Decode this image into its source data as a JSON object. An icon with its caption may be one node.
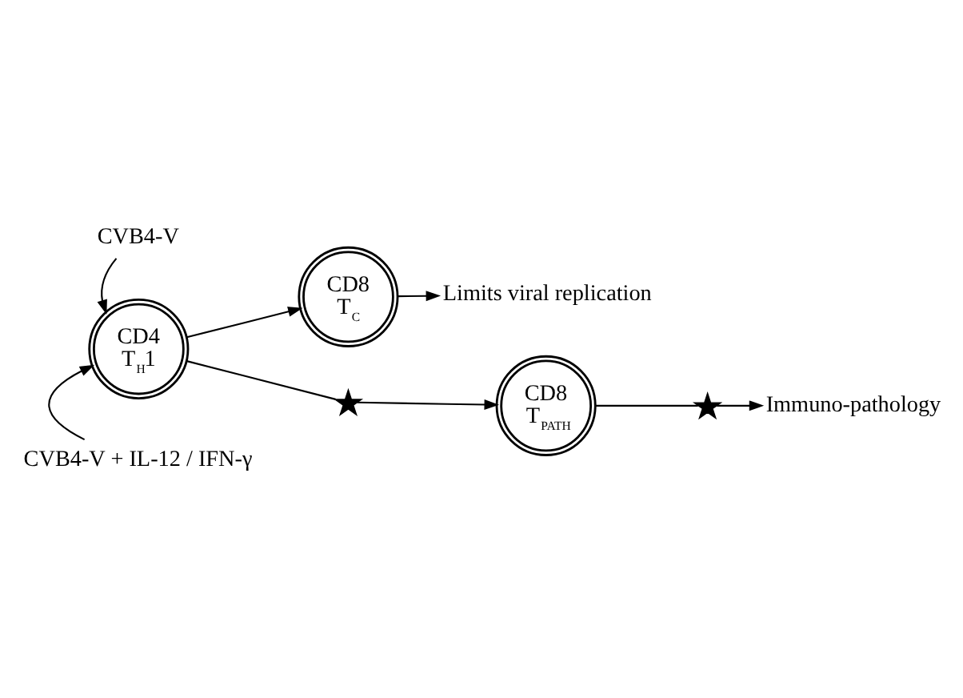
{
  "diagram": {
    "nodes": [
      {
        "text": [
          "CVB4-V"
        ]
      },
      {
        "text": [
          "CD4",
          "T$_{H}$1"
        ]
      },
      {
        "text": [
          "CD8",
          "T$_{C}$"
        ]
      },
      {
        "text": [
          "CD8",
          "T$_{PATH}$"
        ]
      },
      {
        "text": [
          "Limits viral replication"
        ]
      },
      {
        "text": [
          "Immuno-pathology"
        ]
      },
      {
        "text": [
          "CVB4-V + IL-12 / IFN-γ"
        ]
      },
      {
        "text": [],
        "shape": "cross"
      },
      {
        "text": [],
        "shape": "cross"
      }
    ],
    "edges": [
      {
        "from": 0,
        "to": 1,
        "arrow": "to"
      },
      {
        "from": 6,
        "to": 1,
        "arrow": "to"
      },
      {
        "from": 1,
        "to": 2,
        "arrow": "to"
      },
      {
        "from": 1,
        "to": 7,
        "arrow": "none"
      },
      {
        "from": 7,
        "to": 3,
        "arrow": "to"
      },
      {
        "from": 2,
        "to": 4,
        "arrow": "to"
      },
      {
        "from": 3,
        "to": 8,
        "arrow": "none"
      },
      {
        "from": 8,
        "to": 5,
        "arrow": "to"
      }
    ]
  }
}
